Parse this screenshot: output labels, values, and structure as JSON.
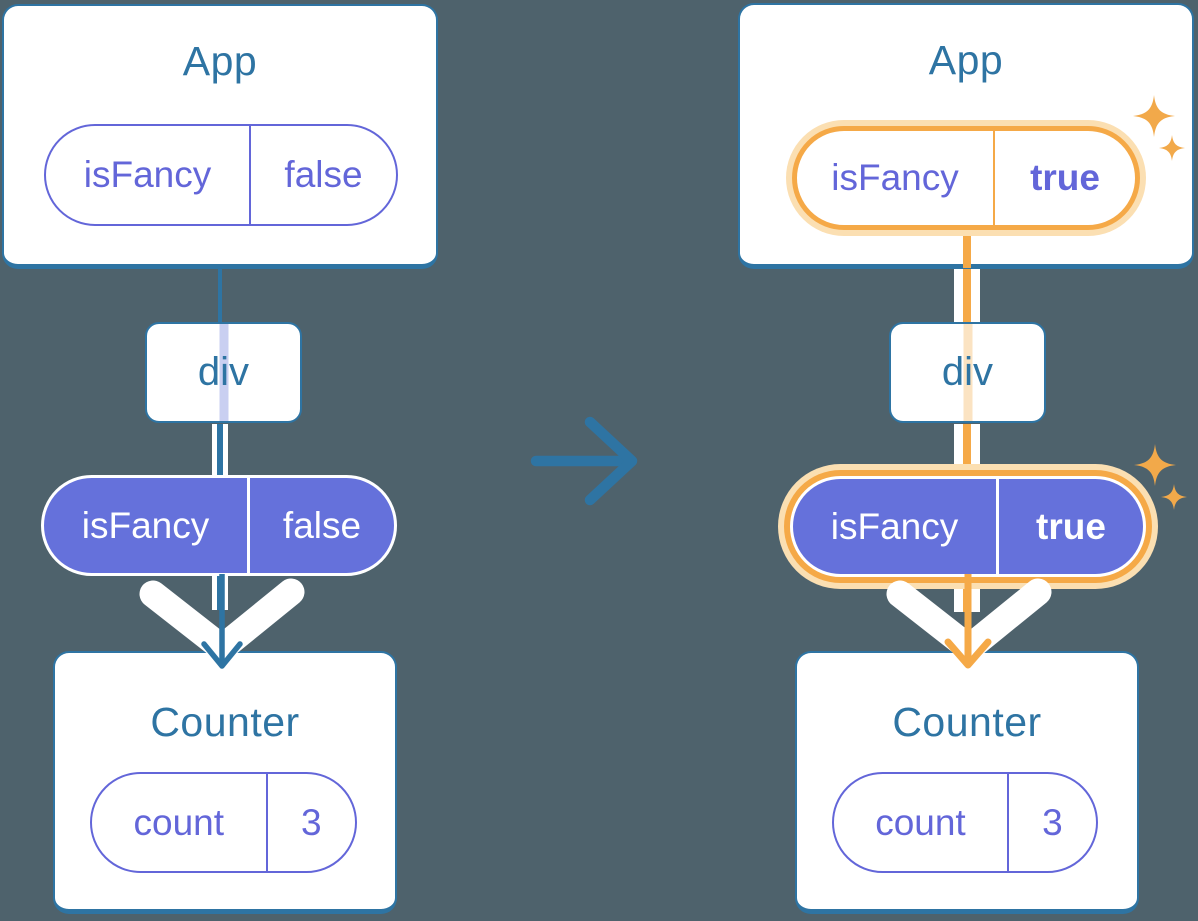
{
  "colors": {
    "background": "#4E626C",
    "teal": "#2E74A3",
    "purple": "#6366D9",
    "purpleFill": "#6571DB",
    "orange": "#F5A947",
    "peach": "#FBDFB2",
    "lavenderLine": "#C9CFF1",
    "peachLine": "#FBE3C2",
    "sparkle": "#F2A94A",
    "white": "#FFFFFF"
  },
  "left": {
    "app": {
      "title": "App",
      "prop_name": "isFancy",
      "prop_value": "false"
    },
    "div_label": "div",
    "passed_prop": {
      "name": "isFancy",
      "value": "false"
    },
    "counter": {
      "title": "Counter",
      "state_name": "count",
      "state_value": "3"
    }
  },
  "right": {
    "app": {
      "title": "App",
      "prop_name": "isFancy",
      "prop_value": "true"
    },
    "div_label": "div",
    "passed_prop": {
      "name": "isFancy",
      "value": "true"
    },
    "counter": {
      "title": "Counter",
      "state_name": "count",
      "state_value": "3"
    }
  },
  "icons": {
    "transition_arrow": "arrow-right",
    "render_chevron": "chevron-down",
    "prop_flow_arrow": "arrow-down",
    "sparkles": "sparkle-stars"
  }
}
